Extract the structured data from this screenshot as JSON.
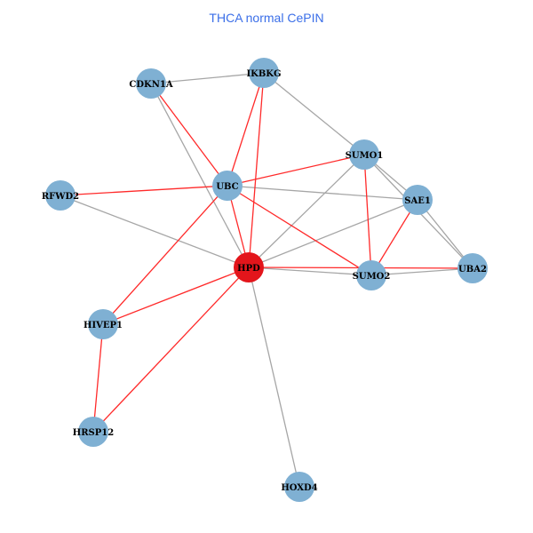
{
  "title": "THCA normal CePIN",
  "colors": {
    "node": "#7fb0d3",
    "highlight_node": "#e3151b",
    "red_edge": "#ff2a2a",
    "gray_edge": "#a6a6a6",
    "title": "#3a6ee8"
  },
  "nodes": [
    {
      "id": "CDKN1A",
      "highlight": false
    },
    {
      "id": "IKBKG",
      "highlight": false
    },
    {
      "id": "SUMO1",
      "highlight": false
    },
    {
      "id": "UBC",
      "highlight": false
    },
    {
      "id": "SAE1",
      "highlight": false
    },
    {
      "id": "RFWD2",
      "highlight": false
    },
    {
      "id": "HPD",
      "highlight": true
    },
    {
      "id": "SUMO2",
      "highlight": false
    },
    {
      "id": "UBA2",
      "highlight": false
    },
    {
      "id": "HIVEP1",
      "highlight": false
    },
    {
      "id": "HRSP12",
      "highlight": false
    },
    {
      "id": "HOXD4",
      "highlight": false
    }
  ],
  "edges": [
    {
      "source": "CDKN1A",
      "target": "IKBKG",
      "type": "gray"
    },
    {
      "source": "CDKN1A",
      "target": "HPD",
      "type": "gray"
    },
    {
      "source": "IKBKG",
      "target": "SUMO1",
      "type": "gray"
    },
    {
      "source": "SUMO1",
      "target": "HPD",
      "type": "gray"
    },
    {
      "source": "SUMO1",
      "target": "SAE1",
      "type": "gray"
    },
    {
      "source": "SUMO1",
      "target": "UBA2",
      "type": "gray"
    },
    {
      "source": "UBC",
      "target": "SAE1",
      "type": "gray"
    },
    {
      "source": "RFWD2",
      "target": "HPD",
      "type": "gray"
    },
    {
      "source": "SAE1",
      "target": "HPD",
      "type": "gray"
    },
    {
      "source": "SAE1",
      "target": "UBA2",
      "type": "gray"
    },
    {
      "source": "HPD",
      "target": "SUMO2",
      "type": "gray"
    },
    {
      "source": "SUMO2",
      "target": "UBA2",
      "type": "gray"
    },
    {
      "source": "HPD",
      "target": "HOXD4",
      "type": "gray"
    },
    {
      "source": "CDKN1A",
      "target": "UBC",
      "type": "red"
    },
    {
      "source": "IKBKG",
      "target": "UBC",
      "type": "red"
    },
    {
      "source": "IKBKG",
      "target": "HPD",
      "type": "red"
    },
    {
      "source": "UBC",
      "target": "SUMO1",
      "type": "red"
    },
    {
      "source": "RFWD2",
      "target": "UBC",
      "type": "red"
    },
    {
      "source": "UBC",
      "target": "HPD",
      "type": "red"
    },
    {
      "source": "UBC",
      "target": "SUMO2",
      "type": "red"
    },
    {
      "source": "UBC",
      "target": "HIVEP1",
      "type": "red"
    },
    {
      "source": "HPD",
      "target": "HIVEP1",
      "type": "red"
    },
    {
      "source": "HPD",
      "target": "HRSP12",
      "type": "red"
    },
    {
      "source": "HIVEP1",
      "target": "HRSP12",
      "type": "red"
    },
    {
      "source": "SUMO1",
      "target": "SUMO2",
      "type": "red"
    },
    {
      "source": "SAE1",
      "target": "SUMO2",
      "type": "red"
    },
    {
      "source": "HPD",
      "target": "UBA2",
      "type": "red"
    }
  ]
}
